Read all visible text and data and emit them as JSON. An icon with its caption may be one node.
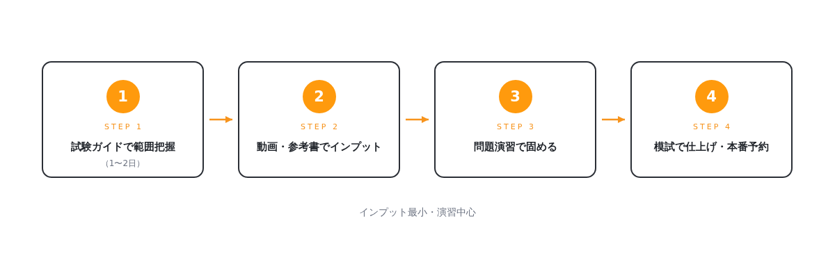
{
  "diagram": {
    "nodes": [
      {
        "text": [
          "STEP 1",
          "試験ガイドで範囲把握",
          "（1〜2日）"
        ]
      },
      {
        "text": [
          "1"
        ],
        "in": 0
      },
      {
        "text": [
          "STEP 2",
          "動画・参考書でインプット"
        ]
      },
      {
        "text": [
          "2"
        ],
        "in": 2
      },
      {
        "text": [
          "STEP 3",
          "問題演習で固める"
        ]
      },
      {
        "text": [
          "3"
        ],
        "in": 4
      },
      {
        "text": [
          "STEP 4",
          "模試で仕上げ・本番予約"
        ]
      },
      {
        "text": [
          "4"
        ],
        "in": 6
      }
    ],
    "edges": [
      {
        "from": 0,
        "to": 2,
        "arrow": "to"
      },
      {
        "from": 2,
        "to": 4,
        "arrow": "to"
      },
      {
        "from": 4,
        "to": 6,
        "arrow": "to"
      }
    ],
    "caption": "インプット最小・演習中心"
  }
}
